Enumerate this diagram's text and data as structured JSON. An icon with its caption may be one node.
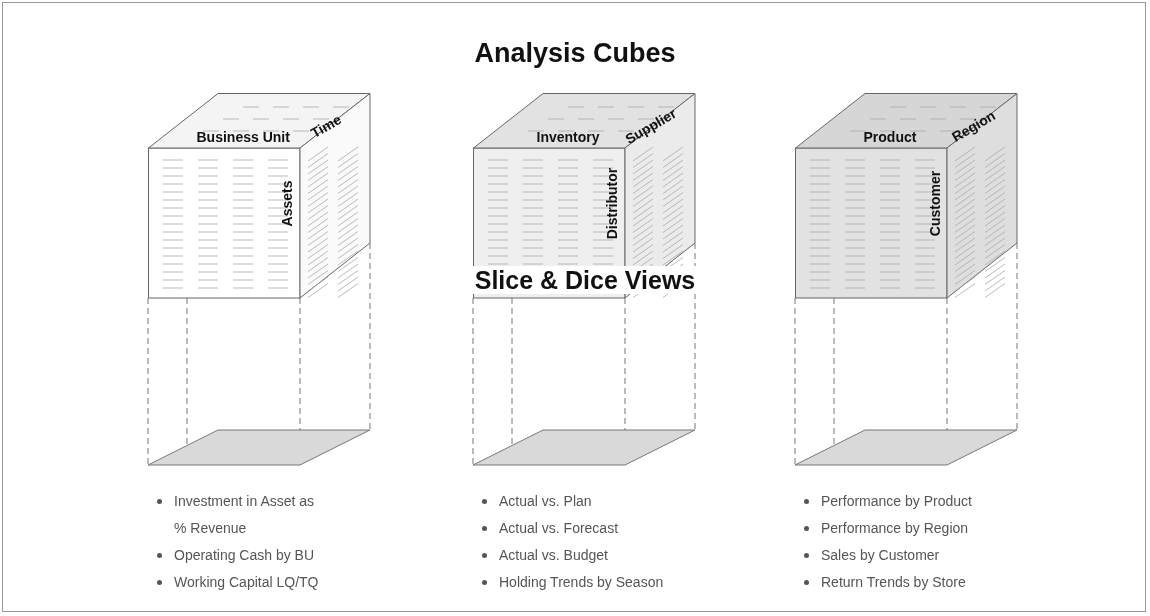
{
  "diagram": {
    "title": "Analysis Cubes",
    "nodes": [
      {
        "text": [
          "Business Unit",
          "Time",
          "Assets"
        ]
      },
      {
        "text": [
          "Inventory",
          "Supplier",
          "Distributor"
        ]
      },
      {
        "text": [
          "Product",
          "Region",
          "Customer"
        ]
      },
      {
        "text": [],
        "shape": "parallelogram",
        "beside": [
          "Investment in Asset as % Revenue",
          "Operating Cash by BU",
          "Working Capital LQ/TQ"
        ]
      },
      {
        "text": [],
        "shape": "parallelogram",
        "beside": [
          "Actual vs. Plan",
          "Actual vs. Forecast",
          "Actual vs. Budget",
          "Holding Trends by Season"
        ]
      },
      {
        "text": [],
        "shape": "parallelogram",
        "beside": [
          "Performance by Product",
          "Performance by Region",
          "Sales by Customer",
          "Return Trends by Store"
        ]
      }
    ],
    "edges": [
      {
        "from": 0,
        "to": 3,
        "arrow": "none",
        "style": "dashed"
      },
      {
        "from": 0,
        "to": 3,
        "arrow": "none",
        "style": "dashed"
      },
      {
        "from": 0,
        "to": 3,
        "arrow": "none",
        "style": "dashed"
      },
      {
        "from": 0,
        "to": 3,
        "arrow": "none",
        "style": "dashed"
      },
      {
        "from": 1,
        "to": 4,
        "arrow": "none",
        "style": "dashed"
      },
      {
        "from": 1,
        "to": 4,
        "arrow": "none",
        "style": "dashed"
      },
      {
        "from": 1,
        "to": 4,
        "arrow": "none",
        "style": "dashed"
      },
      {
        "from": 1,
        "to": 4,
        "arrow": "none",
        "style": "dashed"
      },
      {
        "from": 2,
        "to": 5,
        "arrow": "none",
        "style": "dashed"
      },
      {
        "from": 2,
        "to": 5,
        "arrow": "none",
        "style": "dashed"
      },
      {
        "from": 2,
        "to": 5,
        "arrow": "none",
        "style": "dashed"
      },
      {
        "from": 2,
        "to": 5,
        "arrow": "none",
        "style": "dashed"
      }
    ],
    "labels": [
      "Slice & Dice Views"
    ]
  }
}
